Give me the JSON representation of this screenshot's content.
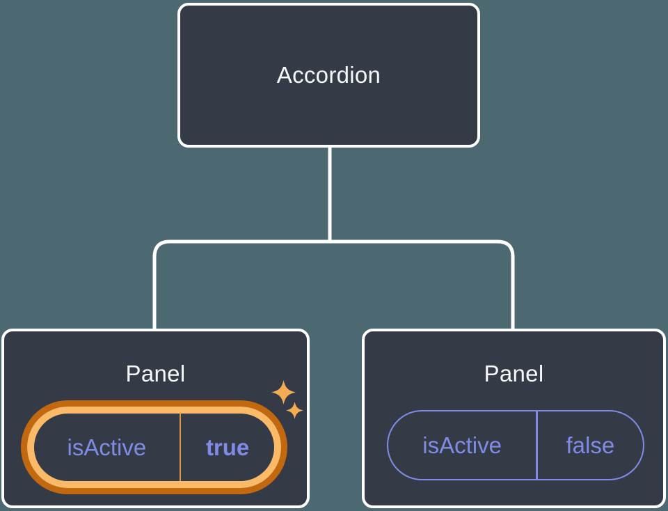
{
  "diagram": {
    "type": "component-tree",
    "colors": {
      "background": "#4C6870",
      "node_fill": "#353B46",
      "node_border": "#FFFFFF",
      "connector_line": "#FFFFFF",
      "title_text": "#F6F7F9",
      "state_text": "#7E8CE8",
      "highlight_ring_outer": "#C2690F",
      "highlight_ring_inner": "#FABA68",
      "highlight_divider": "#E09A3E",
      "sparkle": "#F3AC52"
    },
    "tree": {
      "root": {
        "label": "Accordion"
      },
      "panels": [
        {
          "title": "Panel",
          "state_key": "isActive",
          "state_value": "true",
          "highlighted": true
        },
        {
          "title": "Panel",
          "state_key": "isActive",
          "state_value": "false",
          "highlighted": false
        }
      ]
    }
  }
}
